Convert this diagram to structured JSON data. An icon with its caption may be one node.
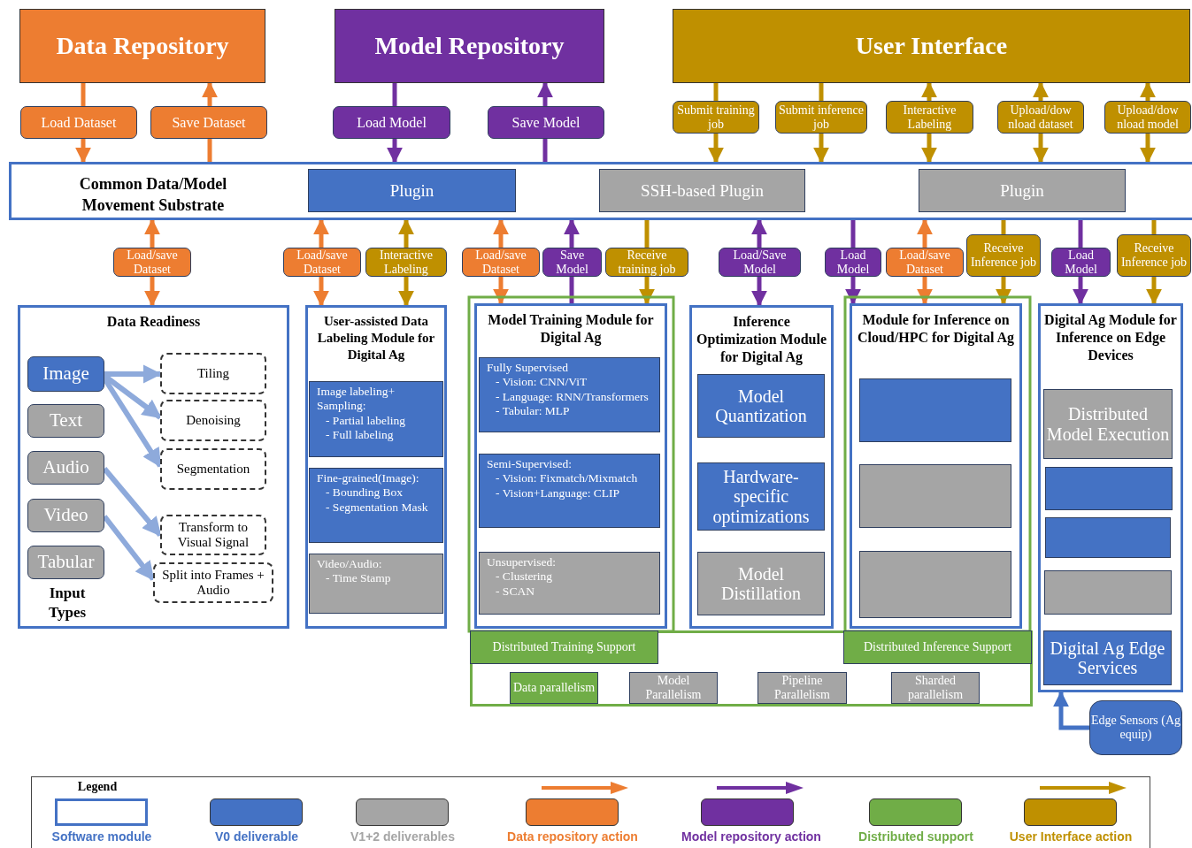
{
  "diagram": {
    "nodes": [
      {
        "text": [
          "Data Repository"
        ]
      },
      {
        "text": [
          "Model Repository"
        ]
      },
      {
        "text": [
          "User Interface"
        ]
      },
      {
        "text": [
          "Load Dataset"
        ]
      },
      {
        "text": [
          "Save Dataset"
        ]
      },
      {
        "text": [
          "Load Model"
        ]
      },
      {
        "text": [
          "Save Model"
        ]
      },
      {
        "text": [
          "Submit training job"
        ]
      },
      {
        "text": [
          "Submit inference job"
        ]
      },
      {
        "text": [
          "Interactive Labeling"
        ]
      },
      {
        "text": [
          "Upload/dow nload dataset"
        ]
      },
      {
        "text": [
          "Upload/dow nload model"
        ]
      },
      {
        "text": [
          "Common Data/Model Movement Substrate"
        ]
      },
      {
        "text": [
          "Plugin"
        ],
        "in": 12
      },
      {
        "text": [
          "SSH-based Plugin"
        ],
        "in": 12
      },
      {
        "text": [
          "Plugin"
        ],
        "in": 12
      },
      {
        "text": [
          "Load/save Dataset"
        ]
      },
      {
        "text": [
          "Load/save Dataset"
        ]
      },
      {
        "text": [
          "Interactive Labeling"
        ]
      },
      {
        "text": [
          "Load/save Dataset"
        ]
      },
      {
        "text": [
          "Save Model"
        ]
      },
      {
        "text": [
          "Receive training job"
        ]
      },
      {
        "text": [
          "Load/Save Model"
        ]
      },
      {
        "text": [
          "Load Model"
        ]
      },
      {
        "text": [
          "Load/save Dataset"
        ]
      },
      {
        "text": [
          "Receive Inference job"
        ]
      },
      {
        "text": [
          "Load Model"
        ]
      },
      {
        "text": [
          "Receive Inference job"
        ]
      },
      {
        "text": [
          "Data Readiness"
        ]
      },
      {
        "text": [
          "Image"
        ],
        "in": 28
      },
      {
        "text": [
          "Text"
        ],
        "in": 28
      },
      {
        "text": [
          "Audio"
        ],
        "in": 28
      },
      {
        "text": [
          "Video"
        ],
        "in": 28
      },
      {
        "text": [
          "Tabular"
        ],
        "in": 28
      },
      {
        "text": [
          "Tiling"
        ],
        "in": 28
      },
      {
        "text": [
          "Denoising"
        ],
        "in": 28
      },
      {
        "text": [
          "Segmentation"
        ],
        "in": 28
      },
      {
        "text": [
          "Transform to Visual Signal"
        ],
        "in": 28
      },
      {
        "text": [
          "Split into Frames + Audio"
        ],
        "in": 28
      },
      {
        "text": [
          "User-assisted Data Labeling Module for Digital Ag"
        ]
      },
      {
        "text": [
          "Image labeling+ Sampling:",
          "- Partial labeling",
          "- Full labeling"
        ],
        "in": 39
      },
      {
        "text": [
          "Fine-grained(Image):",
          "- Bounding Box",
          "- Segmentation Mask"
        ],
        "in": 39
      },
      {
        "text": [
          "Video/Audio:",
          "- Time Stamp"
        ],
        "in": 39
      },
      {
        "text": [
          "Model Training Module for Digital Ag"
        ]
      },
      {
        "text": [
          "Fully Supervised",
          "- Vision: CNN/ViT",
          "- Language: RNN/Transformers",
          "- Tabular: MLP"
        ],
        "in": 43
      },
      {
        "text": [
          "Semi-Supervised:",
          "- Vision: Fixmatch/Mixmatch",
          "- Vision+Language: CLIP"
        ],
        "in": 43
      },
      {
        "text": [
          "Unsupervised:",
          "- Clustering",
          "- SCAN"
        ],
        "in": 43
      },
      {
        "text": [
          "Inference Optimization Module for Digital Ag"
        ]
      },
      {
        "text": [
          "Model Quantization"
        ],
        "in": 47
      },
      {
        "text": [
          "Hardware-specific optimizations"
        ],
        "in": 47
      },
      {
        "text": [
          "Model Distillation"
        ],
        "in": 47
      },
      {
        "text": [
          "Module for Inference on Cloud/HPC for Digital Ag"
        ]
      },
      {
        "text": [],
        "shape": "box",
        "in": 51
      },
      {
        "text": [],
        "shape": "box",
        "in": 51
      },
      {
        "text": [],
        "shape": "box",
        "in": 51
      },
      {
        "text": [
          "Digital Ag Module for Inference on Edge Devices"
        ]
      },
      {
        "text": [
          "Distributed Model Execution"
        ],
        "in": 55
      },
      {
        "text": [],
        "shape": "box",
        "in": 55
      },
      {
        "text": [],
        "shape": "box",
        "in": 55
      },
      {
        "text": [],
        "shape": "box",
        "in": 55
      },
      {
        "text": [
          "Digital Ag Edge Services"
        ],
        "in": 55
      },
      {
        "text": [
          "Edge Sensors (Ag equip)"
        ]
      },
      {
        "text": [],
        "shape": "box"
      },
      {
        "text": [
          "Distributed Training Support"
        ],
        "in": 62
      },
      {
        "text": [
          "Distributed Inference Support"
        ],
        "in": 62
      },
      {
        "text": [
          "Data parallelism"
        ],
        "in": 62
      },
      {
        "text": [
          "Model Parallelism"
        ],
        "in": 62
      },
      {
        "text": [
          "Pipeline Parallelism"
        ],
        "in": 62
      },
      {
        "text": [
          "Sharded parallelism"
        ],
        "in": 62
      }
    ],
    "edges": [
      {
        "from": 0,
        "to": 3,
        "arrow": "none",
        "color": "#ed7d31"
      },
      {
        "from": 3,
        "to": 12,
        "arrow": "to",
        "color": "#ed7d31"
      },
      {
        "from": 12,
        "to": 4,
        "arrow": "none",
        "color": "#ed7d31"
      },
      {
        "from": 4,
        "to": 0,
        "arrow": "to",
        "color": "#ed7d31"
      },
      {
        "from": 1,
        "to": 5,
        "arrow": "none",
        "color": "#7030a0"
      },
      {
        "from": 5,
        "to": 12,
        "arrow": "to",
        "color": "#7030a0"
      },
      {
        "from": 12,
        "to": 6,
        "arrow": "none",
        "color": "#7030a0"
      },
      {
        "from": 6,
        "to": 1,
        "arrow": "to",
        "color": "#7030a0"
      },
      {
        "from": 2,
        "to": 7,
        "arrow": "none",
        "color": "#bf9000"
      },
      {
        "from": 7,
        "to": 12,
        "arrow": "to",
        "color": "#bf9000"
      },
      {
        "from": 2,
        "to": 8,
        "arrow": "none",
        "color": "#bf9000"
      },
      {
        "from": 8,
        "to": 12,
        "arrow": "to",
        "color": "#bf9000"
      },
      {
        "from": 9,
        "to": 2,
        "arrow": "to",
        "color": "#bf9000"
      },
      {
        "from": 9,
        "to": 12,
        "arrow": "to",
        "color": "#bf9000"
      },
      {
        "from": 10,
        "to": 2,
        "arrow": "to",
        "color": "#bf9000"
      },
      {
        "from": 10,
        "to": 12,
        "arrow": "to",
        "color": "#bf9000"
      },
      {
        "from": 11,
        "to": 2,
        "arrow": "to",
        "color": "#bf9000"
      },
      {
        "from": 11,
        "to": 12,
        "arrow": "to",
        "color": "#bf9000"
      },
      {
        "from": 16,
        "to": 12,
        "arrow": "to",
        "color": "#ed7d31"
      },
      {
        "from": 16,
        "to": 28,
        "arrow": "to",
        "color": "#ed7d31"
      },
      {
        "from": 17,
        "to": 12,
        "arrow": "to",
        "color": "#ed7d31"
      },
      {
        "from": 17,
        "to": 39,
        "arrow": "to",
        "color": "#ed7d31"
      },
      {
        "from": 18,
        "to": 12,
        "arrow": "to",
        "color": "#bf9000"
      },
      {
        "from": 18,
        "to": 39,
        "arrow": "to",
        "color": "#bf9000"
      },
      {
        "from": 19,
        "to": 12,
        "arrow": "to",
        "color": "#ed7d31"
      },
      {
        "from": 19,
        "to": 43,
        "arrow": "to",
        "color": "#ed7d31"
      },
      {
        "from": 43,
        "to": 20,
        "arrow": "none",
        "color": "#7030a0"
      },
      {
        "from": 20,
        "to": 12,
        "arrow": "to",
        "color": "#7030a0"
      },
      {
        "from": 12,
        "to": 21,
        "arrow": "none",
        "color": "#bf9000"
      },
      {
        "from": 21,
        "to": 43,
        "arrow": "to",
        "color": "#bf9000"
      },
      {
        "from": 22,
        "to": 12,
        "arrow": "to",
        "color": "#7030a0"
      },
      {
        "from": 22,
        "to": 47,
        "arrow": "to",
        "color": "#7030a0"
      },
      {
        "from": 12,
        "to": 23,
        "arrow": "none",
        "color": "#7030a0"
      },
      {
        "from": 23,
        "to": 51,
        "arrow": "to",
        "color": "#7030a0"
      },
      {
        "from": 24,
        "to": 12,
        "arrow": "to",
        "color": "#ed7d31"
      },
      {
        "from": 24,
        "to": 51,
        "arrow": "to",
        "color": "#ed7d31"
      },
      {
        "from": 12,
        "to": 25,
        "arrow": "none",
        "color": "#bf9000"
      },
      {
        "from": 25,
        "to": 51,
        "arrow": "to",
        "color": "#bf9000"
      },
      {
        "from": 12,
        "to": 26,
        "arrow": "none",
        "color": "#7030a0"
      },
      {
        "from": 26,
        "to": 55,
        "arrow": "to",
        "color": "#7030a0"
      },
      {
        "from": 12,
        "to": 27,
        "arrow": "none",
        "color": "#bf9000"
      },
      {
        "from": 27,
        "to": 55,
        "arrow": "to",
        "color": "#bf9000"
      },
      {
        "from": 29,
        "to": 34,
        "arrow": "to",
        "color": "#8eaadb"
      },
      {
        "from": 29,
        "to": 35,
        "arrow": "to",
        "color": "#8eaadb"
      },
      {
        "from": 29,
        "to": 36,
        "arrow": "to",
        "color": "#8eaadb"
      },
      {
        "from": 31,
        "to": 37,
        "arrow": "to",
        "color": "#8eaadb"
      },
      {
        "from": 32,
        "to": 38,
        "arrow": "to",
        "color": "#8eaadb"
      },
      {
        "from": 61,
        "to": 55,
        "arrow": "to",
        "color": "#4472c4"
      }
    ],
    "labels": [
      "Legend",
      "Input Types"
    ],
    "legend": [
      {
        "text": "Software module"
      },
      {
        "text": "V0 deliverable",
        "color": "#4472c4"
      },
      {
        "text": "V1+2 deliverables",
        "color": "#a5a5a5"
      },
      {
        "text": "Data repository action",
        "color": "#ed7d31"
      },
      {
        "text": "Model repository action",
        "color": "#7030a0"
      },
      {
        "text": "Distributed support",
        "color": "#70ad47"
      },
      {
        "text": "User Interface action",
        "color": "#bf9000"
      }
    ]
  }
}
